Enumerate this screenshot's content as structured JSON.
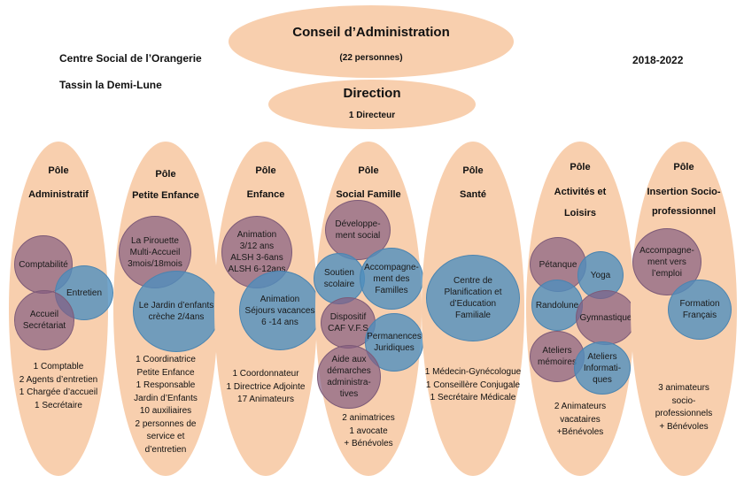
{
  "conseil": {
    "title": "Conseil d’Administration",
    "subtitle": "(22 personnes)"
  },
  "direction": {
    "title": "Direction",
    "subtitle": "1 Directeur"
  },
  "org": {
    "name": "Centre Social de l’Orangerie",
    "city": "Tassin la Demi-Lune",
    "period": "2018-2022"
  },
  "poles": [
    {
      "title": "Pôle",
      "name": "Administratif",
      "units": [
        "Comptabilité",
        "Entretien",
        "Accueil\nSecrétariat"
      ],
      "staff": [
        "1 Comptable",
        "2 Agents d’entretien",
        "1 Chargée d’accueil",
        "1 Secrétaire"
      ]
    },
    {
      "title": "Pôle",
      "name": "Petite Enfance",
      "units": [
        "La Pirouette\nMulti-Accueil\n3mois/18mois",
        "Le Jardin d’enfants\ncrèche 2/4ans"
      ],
      "staff": [
        "1 Coordinatrice",
        "Petite Enfance",
        "1 Responsable",
        "Jardin d’Enfants",
        "10 auxiliaires",
        "2 personnes de",
        "service et",
        "d’entretien"
      ]
    },
    {
      "title": "Pôle",
      "name": "Enfance",
      "units": [
        "Animation\n3/12 ans\nALSH 3-6ans\nALSH 6-12ans",
        "Animation\nSéjours vacances\n6 -14 ans"
      ],
      "staff": [
        "1 Coordonnateur",
        "1 Directrice  Adjointe",
        "17 Animateurs"
      ]
    },
    {
      "title": "Pôle",
      "name": "Social Famille",
      "units": [
        "Développe-\nment social",
        "Soutien\nscolaire",
        "Accompagne-\nment des\nFamilles",
        "Dispositif\nCAF V.F.S",
        "Permanences\nJuridiques",
        "Aide aux\ndémarches\nadministra-\ntives"
      ],
      "staff": [
        "2 animatrices",
        "1 avocate",
        "+ Bénévoles"
      ]
    },
    {
      "title": "Pôle",
      "name": "Santé",
      "units": [
        "Centre de\nPlanification et\nd’Education\nFamiliale"
      ],
      "staff": [
        "1 Médecin-Gynécologue",
        "1 Conseillère Conjugale",
        "1 Secrétaire Médicale"
      ]
    },
    {
      "title": "Pôle",
      "name": "Activités et",
      "name2": "Loisirs",
      "units": [
        "Pétanque",
        "Yoga",
        "Randolune",
        "Gymnastique",
        "Ateliers\nmémoires",
        "Ateliers\nInformati-\nques"
      ],
      "staff": [
        "2 Animateurs",
        "vacataires",
        "+Bénévoles"
      ]
    },
    {
      "title": "Pôle",
      "name": "Insertion Socio-",
      "name2": "professionnel",
      "units": [
        "Accompagne-\nment vers\nl’emploi",
        "Formation\nFrançais"
      ],
      "staff": [
        "3 animateurs",
        "socio-",
        "professionnels",
        "+ Bénévoles"
      ]
    }
  ],
  "colors": {
    "ellipse": "#f8cfae",
    "purple": "#855d80",
    "blue": "#4f8fbe"
  }
}
